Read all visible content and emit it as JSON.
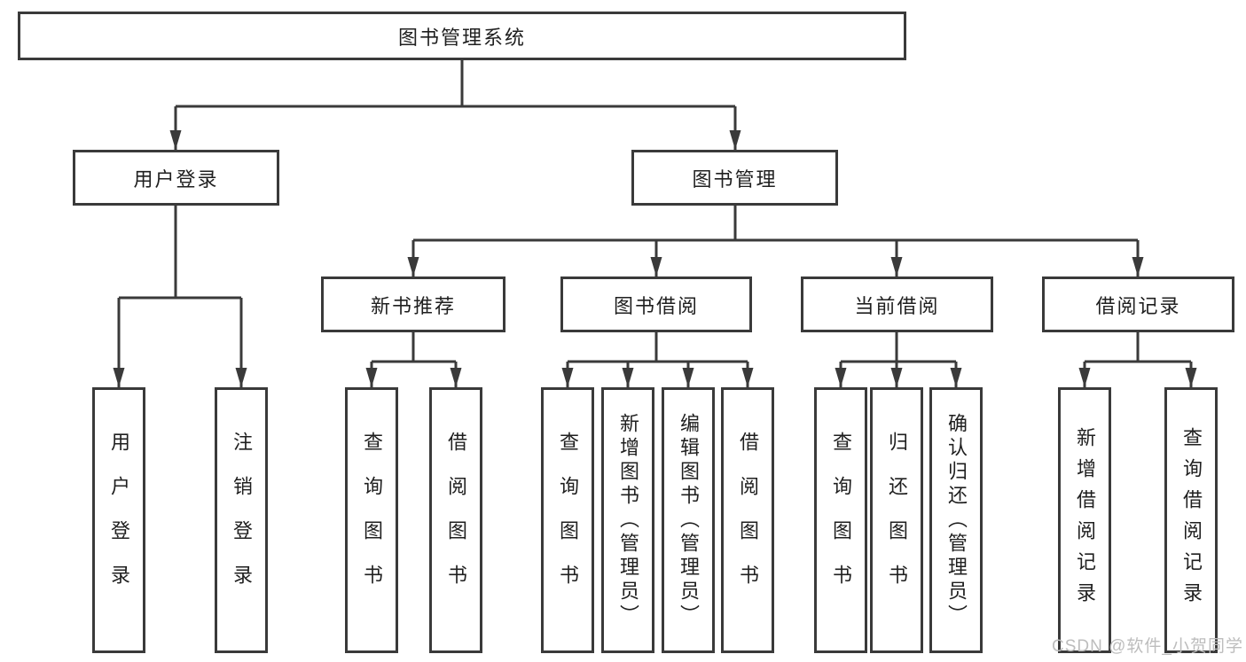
{
  "diagram": {
    "root": {
      "label": "图书管理系统"
    },
    "branches": [
      {
        "label": "用户登录",
        "children": [
          "用户登录",
          "注销登录"
        ]
      },
      {
        "label": "图书管理",
        "sections": [
          {
            "label": "新书推荐",
            "children": [
              "查询图书",
              "借阅图书"
            ]
          },
          {
            "label": "图书借阅",
            "children": [
              "查询图书",
              "新增图书（管理员）",
              "编辑图书（管理员）",
              "借阅图书"
            ]
          },
          {
            "label": "当前借阅",
            "children": [
              "查询图书",
              "归还图书",
              "确认归还（管理员）"
            ]
          },
          {
            "label": "借阅记录",
            "children": [
              "新增借阅记录",
              "查询借阅记录"
            ]
          }
        ]
      }
    ],
    "colors": {
      "line": "#3a3a3a",
      "text": "#1f1f1f",
      "watermark": "#bdbdbd",
      "background": "#ffffff"
    },
    "watermark": "CSDN @软件_小贺同学"
  }
}
